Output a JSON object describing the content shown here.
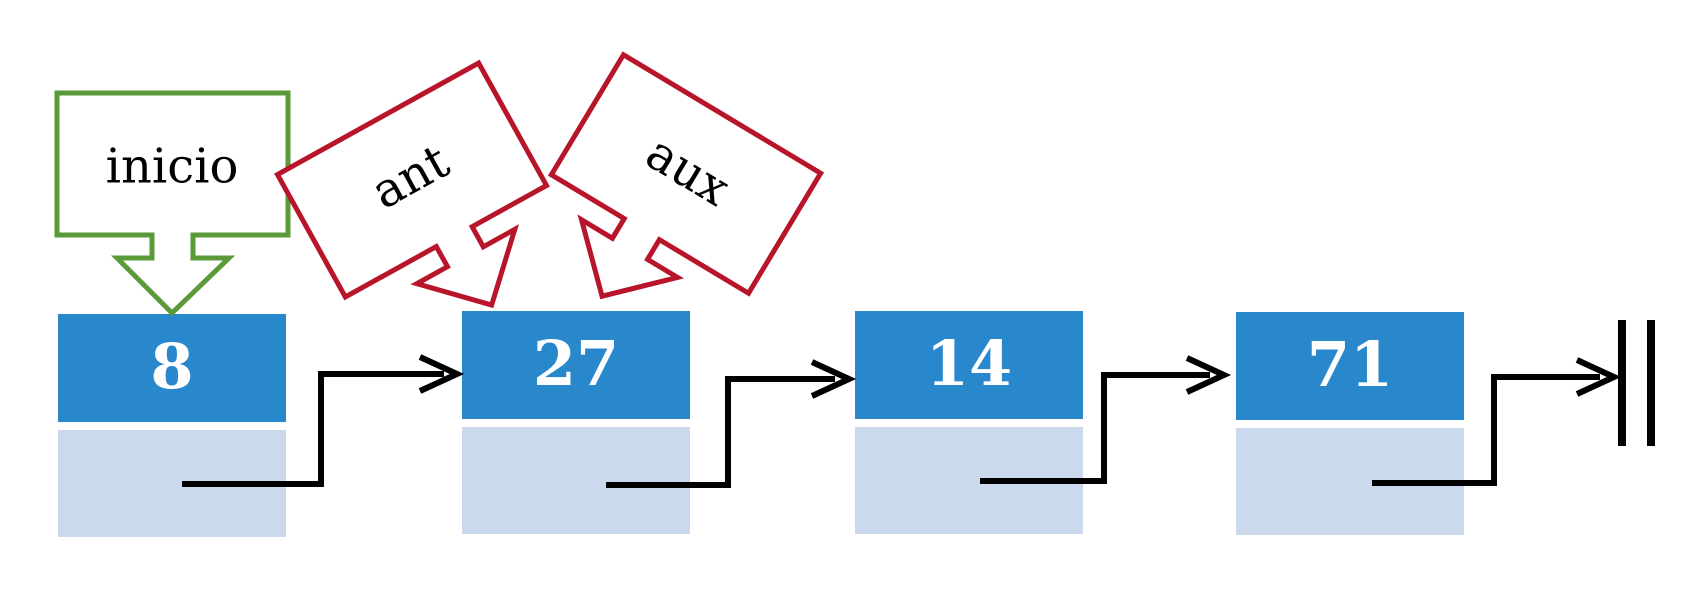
{
  "colors": {
    "value_cell": "#2987cc",
    "next_cell": "#cbd9ec",
    "arrow": "#000000",
    "inicio_outline": "#5a9a38",
    "ant_aux_outline": "#b8142a",
    "value_text": "#ffffff"
  },
  "nodes": [
    {
      "value": "8"
    },
    {
      "value": "27"
    },
    {
      "value": "14"
    },
    {
      "value": "71"
    }
  ],
  "pointers": {
    "inicio": "inicio",
    "ant": "ant",
    "aux": "aux"
  },
  "null_terminator": "null-ground-symbol"
}
